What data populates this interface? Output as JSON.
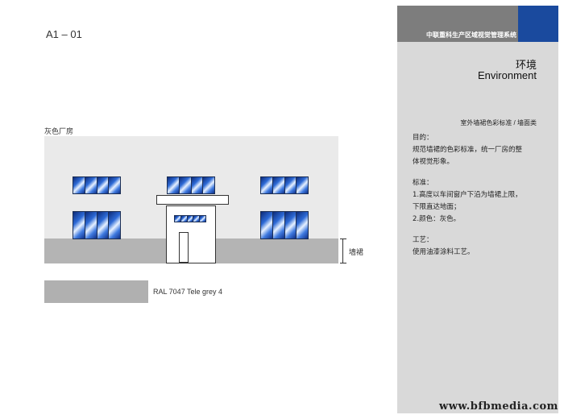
{
  "page_code": "A1 – 01",
  "header": {
    "system_name": "中联重科生产区域视觉管理系统",
    "title_cn": "环境",
    "title_en": "Environment",
    "brand_colors": {
      "panel_gray": "#d9d9d9",
      "header_gray": "#7d7d7d",
      "accent_blue": "#1a4a9e"
    }
  },
  "section": {
    "subtitle": "室外墙裙色彩标准 / 墙面类",
    "body_lines": [
      "目的：",
      "规范墙裙的色彩标准，统一厂房的整",
      "体视觉形象。",
      "",
      "标准：",
      "1.高度以车间窗户下沿为墙裙上限，",
      "下限直达地面；",
      "2.颜色：灰色。",
      "",
      "工艺：",
      "使用油漆涂料工艺。"
    ]
  },
  "illustration": {
    "label": "灰色厂房",
    "dado_label": "墙裙",
    "wall_color": "#eaeaea",
    "dado_color": "#b4b4b4"
  },
  "swatch": {
    "color": "#b0b0b0",
    "label": "RAL 7047 Tele grey 4"
  },
  "footer": {
    "url": "www.bfbmedia.com"
  }
}
